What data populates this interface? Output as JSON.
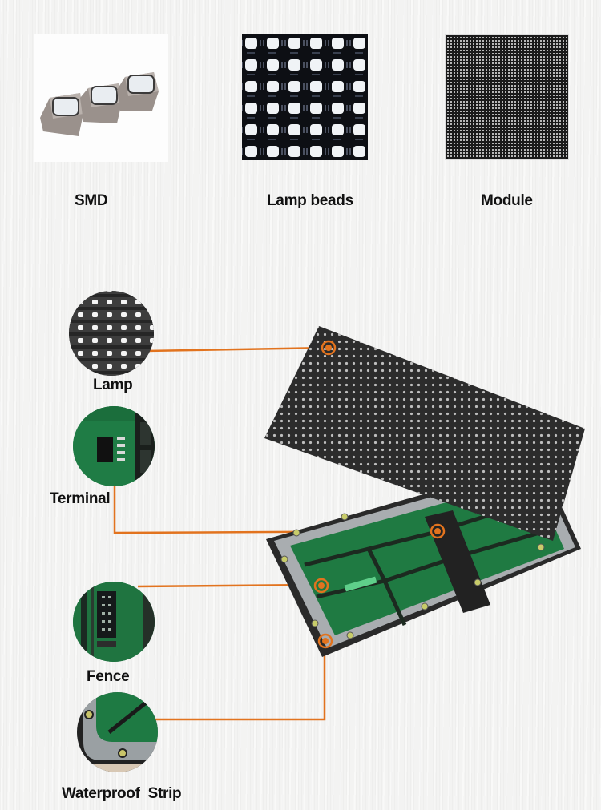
{
  "top_row": {
    "items": [
      {
        "label": "SMD",
        "icon": "smd-led-icon"
      },
      {
        "label": "Lamp beads",
        "icon": "lamp-beads-icon"
      },
      {
        "label": "Module",
        "icon": "module-icon"
      }
    ]
  },
  "callouts": [
    {
      "label": "Lamp",
      "icon": "lamp-closeup-icon"
    },
    {
      "label": "Terminal",
      "icon": "terminal-closeup-icon"
    },
    {
      "label": "Fence",
      "icon": "fence-closeup-icon"
    },
    {
      "label": "Waterproof  Strip",
      "icon": "waterproof-strip-closeup-icon"
    }
  ],
  "colors": {
    "leader_line": "#e2731e",
    "background": "#f3f3f2",
    "pcb_green": "#1e7a45",
    "led_panel": "#2c2c2c"
  }
}
